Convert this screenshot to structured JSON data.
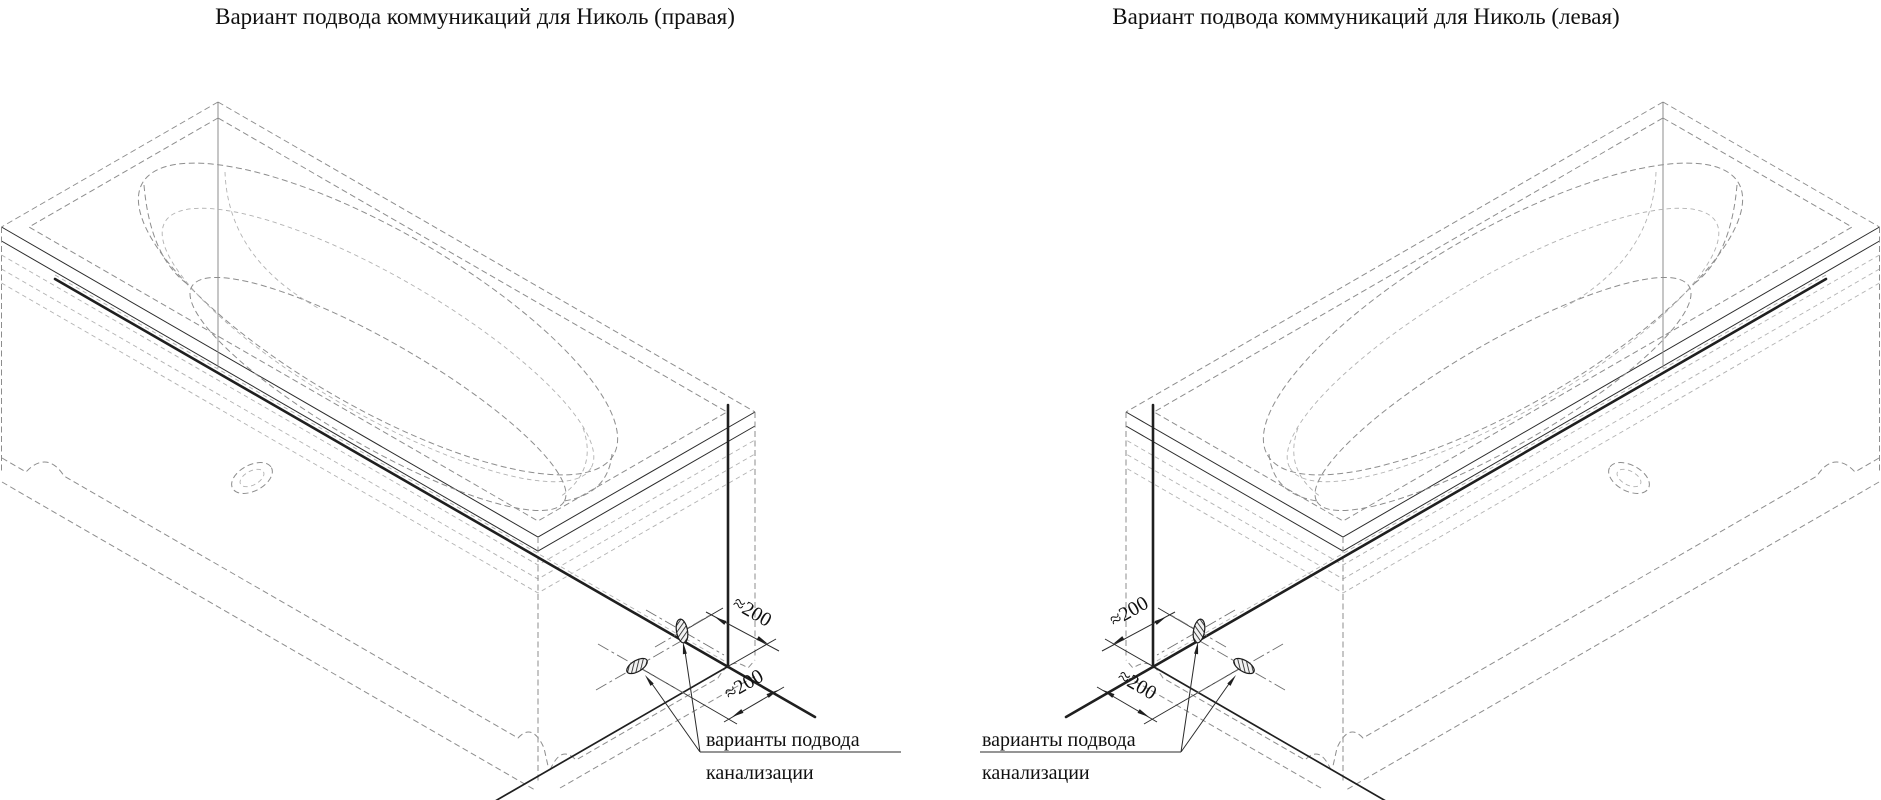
{
  "diagrams": [
    {
      "id": "right-version",
      "title": "Вариант подвода коммуникаций для Николь (правая)",
      "dim_length": "≈200",
      "dim_width": "≈200",
      "note_line1": "варианты подвода",
      "note_line2": "канализации"
    },
    {
      "id": "left-version",
      "title": "Вариант подвода коммуникаций для Николь (левая)",
      "dim_length": "≈200",
      "dim_width": "≈200",
      "note_line1": "варианты подвода",
      "note_line2": "канализации"
    }
  ],
  "colors": {
    "background": "#ffffff",
    "solid_line": "#1f1f1f",
    "hidden_line": "#8d8d8d",
    "centerline": "#6f6f6f",
    "text": "#101010"
  }
}
